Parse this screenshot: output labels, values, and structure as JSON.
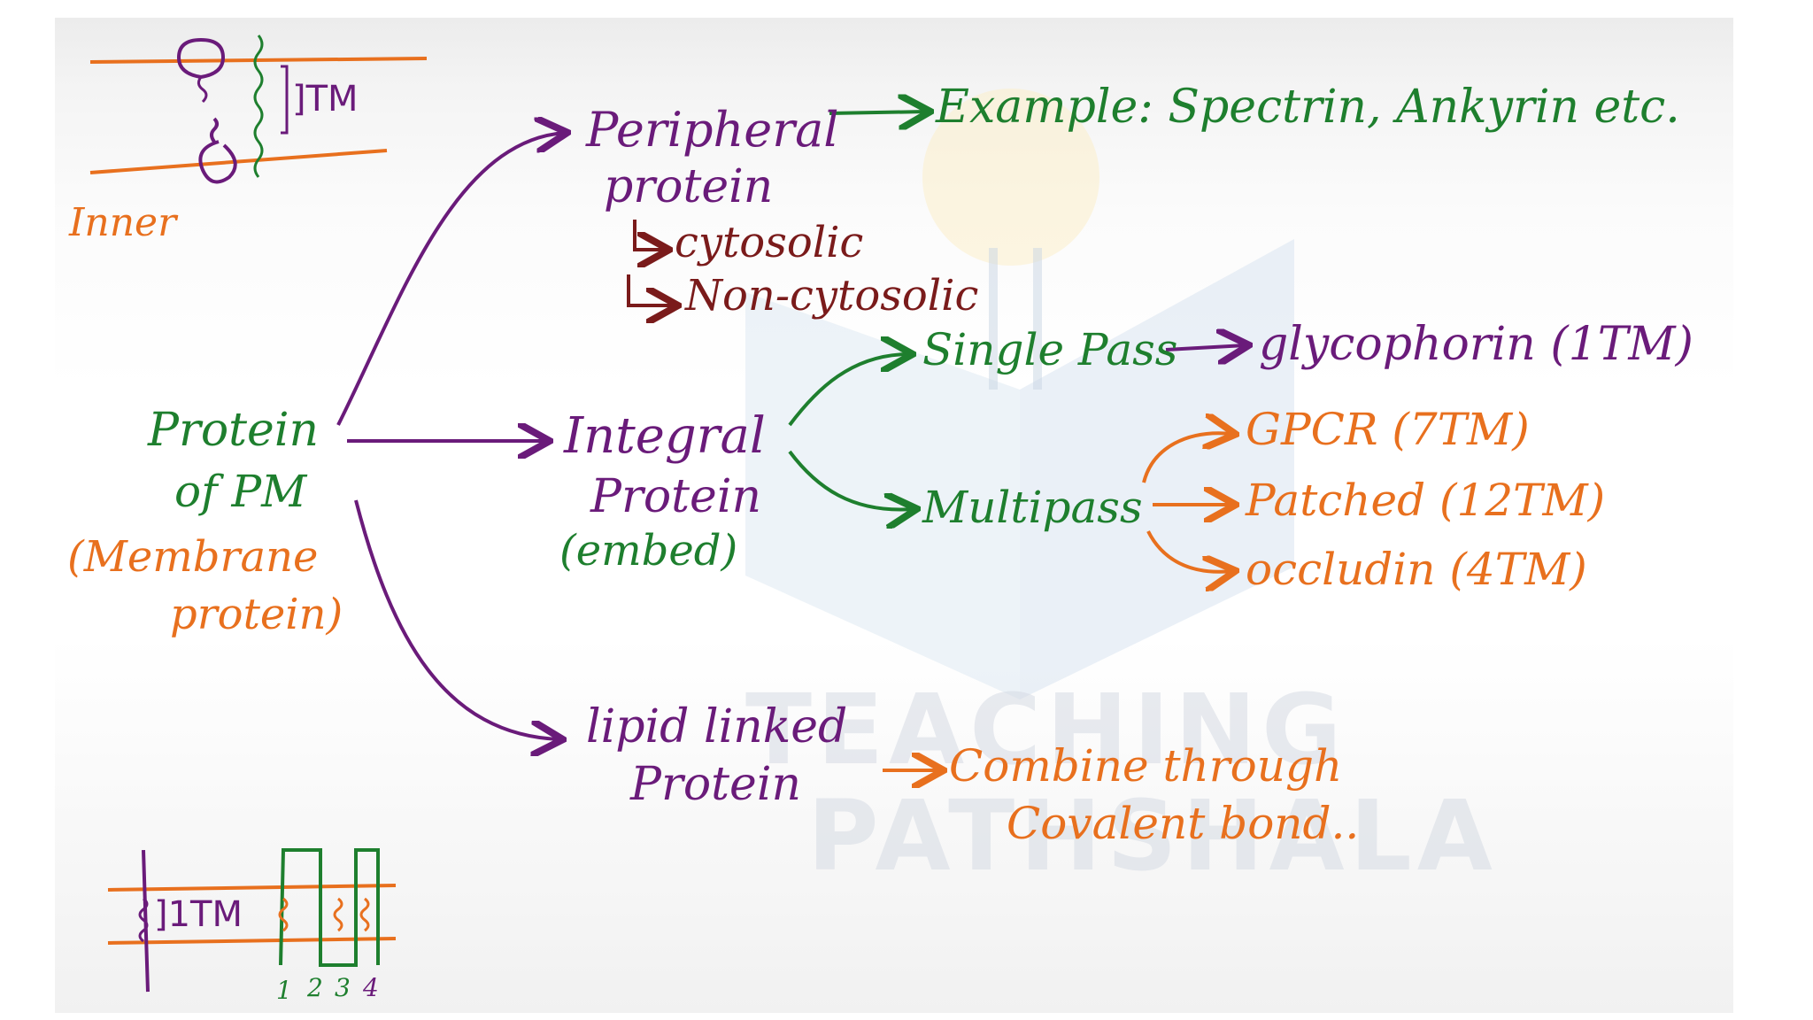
{
  "colors": {
    "purple": "#6a1b7a",
    "green": "#1e7f2e",
    "orange": "#e8701e",
    "maroon": "#7a1b1b",
    "background": "#ffffff"
  },
  "top_sketch": {
    "inner_label": "Inner",
    "tm_label": "]TM"
  },
  "bottom_sketch": {
    "tm_label": "]1TM",
    "pass_numbers": [
      "1",
      "2",
      "3",
      "4"
    ]
  },
  "root": {
    "line1": "Protein",
    "line2": "of PM",
    "line3": "(Membrane",
    "line4": "protein)"
  },
  "peripheral": {
    "line1": "Peripheral",
    "line2": "protein",
    "example": "Example: Spectrin, Ankyrin etc.",
    "sub1": "cytosolic",
    "sub2": "Non-cytosolic"
  },
  "integral": {
    "line1": "Integral",
    "line2": "Protein",
    "line3": "(embed)",
    "single_pass": "Single Pass",
    "multi_pass": "Multipass",
    "single_example": "glycophorin (1TM)",
    "multi_examples": [
      "GPCR (7TM)",
      "Patched (12TM)",
      "occludin (4TM)"
    ]
  },
  "lipid": {
    "line1": "lipid linked",
    "line2": "Protein",
    "note1": "Combine through",
    "note2": "Covalent bond.."
  },
  "watermark": {
    "line1": "TEACHING",
    "line2": "PATHSHALA"
  }
}
